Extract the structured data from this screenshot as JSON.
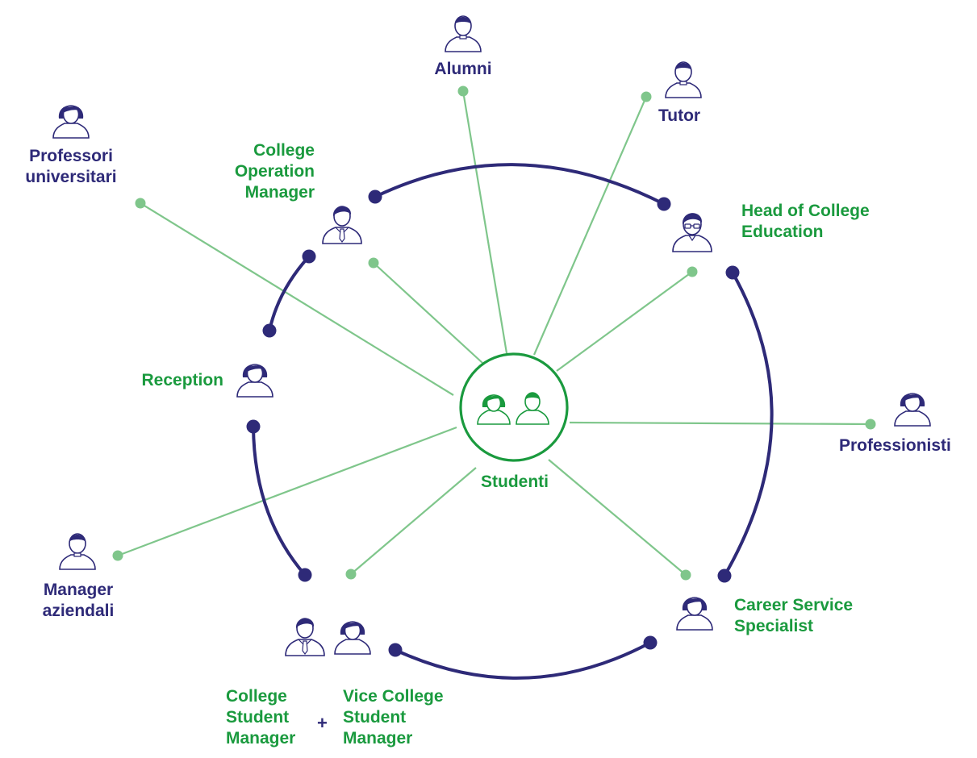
{
  "center": {
    "label": "Studenti"
  },
  "staff": {
    "college_operation_manager": [
      "College",
      "Operation",
      "Manager"
    ],
    "head_of_college_education": [
      "Head of College",
      "Education"
    ],
    "reception": [
      "Reception"
    ],
    "career_service_specialist": [
      "Career Service",
      "Specialist"
    ],
    "college_student_manager": [
      "College",
      "Student",
      "Manager"
    ],
    "vice_college_student_manager": [
      "Vice College",
      "Student",
      "Manager"
    ],
    "plus_sign": "+"
  },
  "external": {
    "alumni": [
      "Alumni"
    ],
    "tutor": [
      "Tutor"
    ],
    "professori_universitari": [
      "Professori",
      "universitari"
    ],
    "professionisti": [
      "Professionisti"
    ],
    "manager_aziendali": [
      "Manager",
      "aziendali"
    ]
  },
  "colors": {
    "navy": "#2e2a78",
    "green": "#1a9a3e",
    "light_green": "#7fc68b"
  },
  "icons": [
    "male-person-icon",
    "female-person-icon",
    "male-tie-person-icon",
    "male-glasses-person-icon",
    "students-pair-icon"
  ]
}
